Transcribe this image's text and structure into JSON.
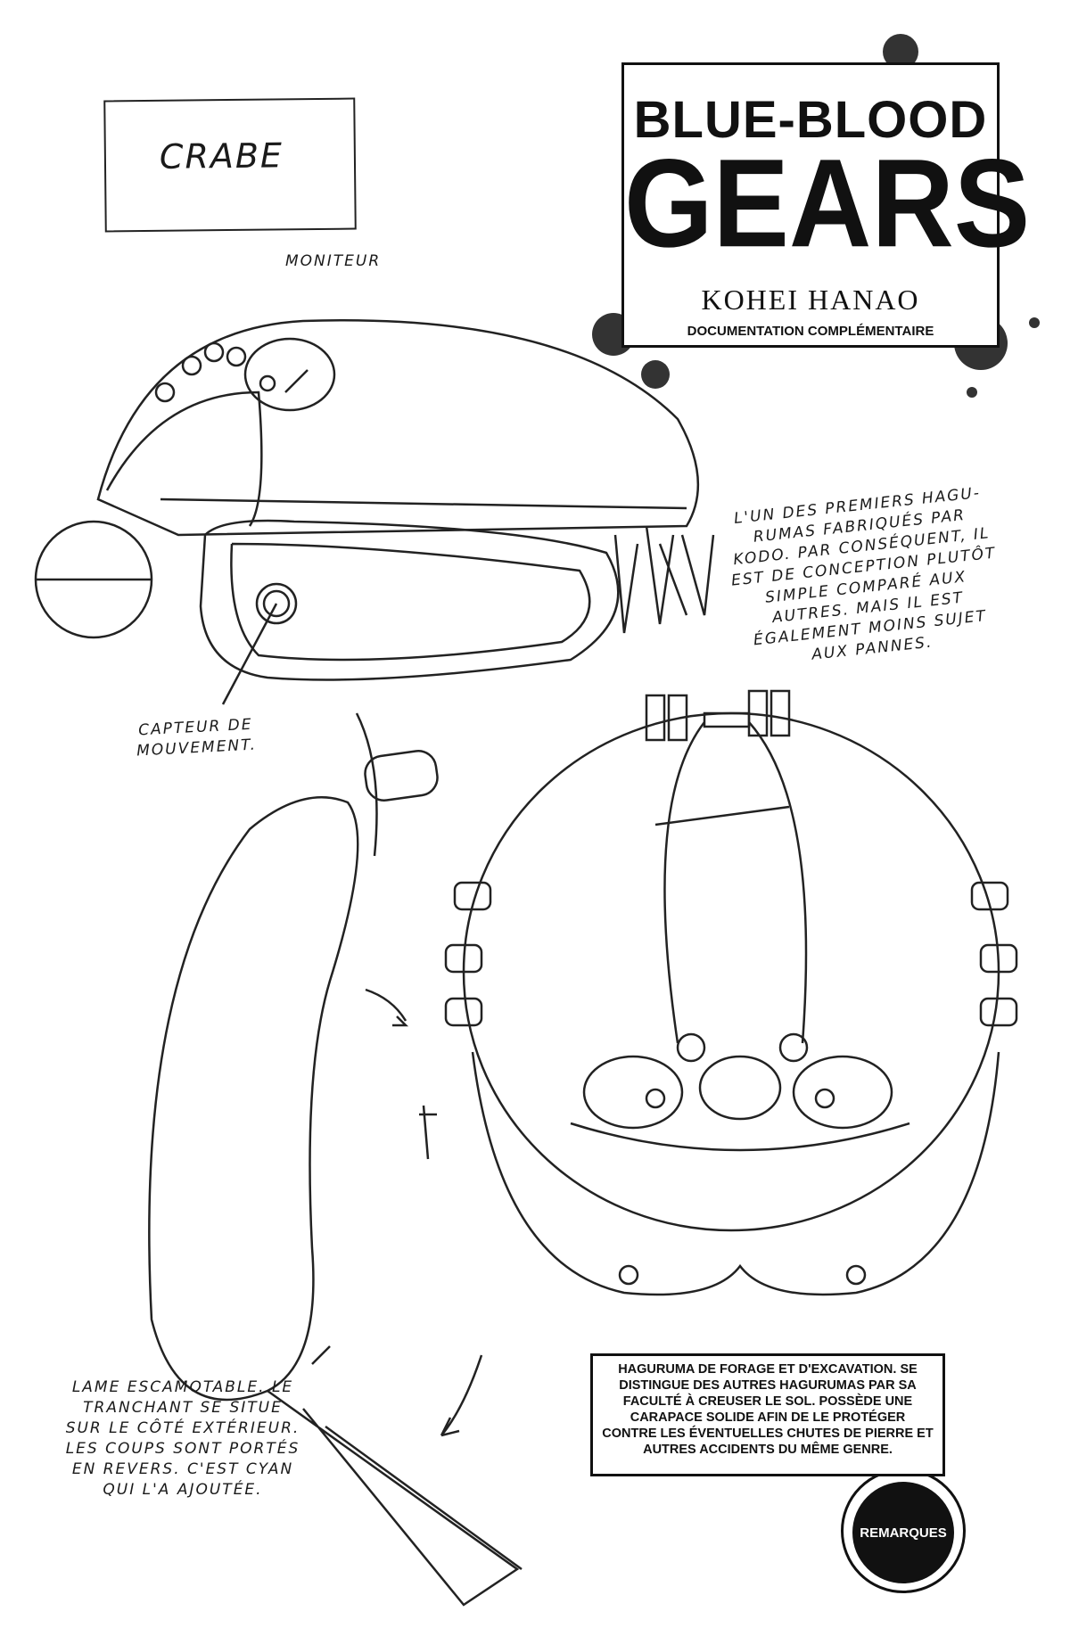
{
  "header": {
    "section_label": "CRABE",
    "series_title_line1": "BLUE-BLOOD",
    "series_title_line2": "GEARS",
    "author": "KOHEI HANAO",
    "subtitle": "DOCUMENTATION COMPLÉMENTAIRE"
  },
  "annotations": {
    "monitor": "MONITEUR",
    "motion_sensor": "CAPTEUR DE MOUVEMENT.",
    "description": "L'UN DES PREMIERS HAGU-RUMAS FABRIQUÉS PAR KODO. PAR CONSÉQUENT, IL EST DE CONCEPTION PLUTÔT SIMPLE COMPARÉ AUX AUTRES. MAIS IL EST ÉGALEMENT MOINS SUJET AUX PANNES.",
    "blade": "LAME ESCAMOTABLE. LE TRANCHANT SE SITUE SUR LE CÔTÉ EXTÉRIEUR. LES COUPS SONT PORTÉS EN REVERS. C'EST CYAN QUI L'A AJOUTÉE."
  },
  "remarks": {
    "badge": "REMARQUES",
    "text": "HAGURUMA DE FORAGE ET D'EXCAVATION. SE DISTINGUE DES AUTRES HAGURUMAS PAR SA FACULTÉ À CREUSER LE SOL. POSSÈDE UNE CARAPACE SOLIDE AFIN DE LE PROTÉGER CONTRE LES ÉVENTUELLES CHUTES DE PIERRE ET AUTRES ACCIDENTS DU MÊME GENRE."
  }
}
